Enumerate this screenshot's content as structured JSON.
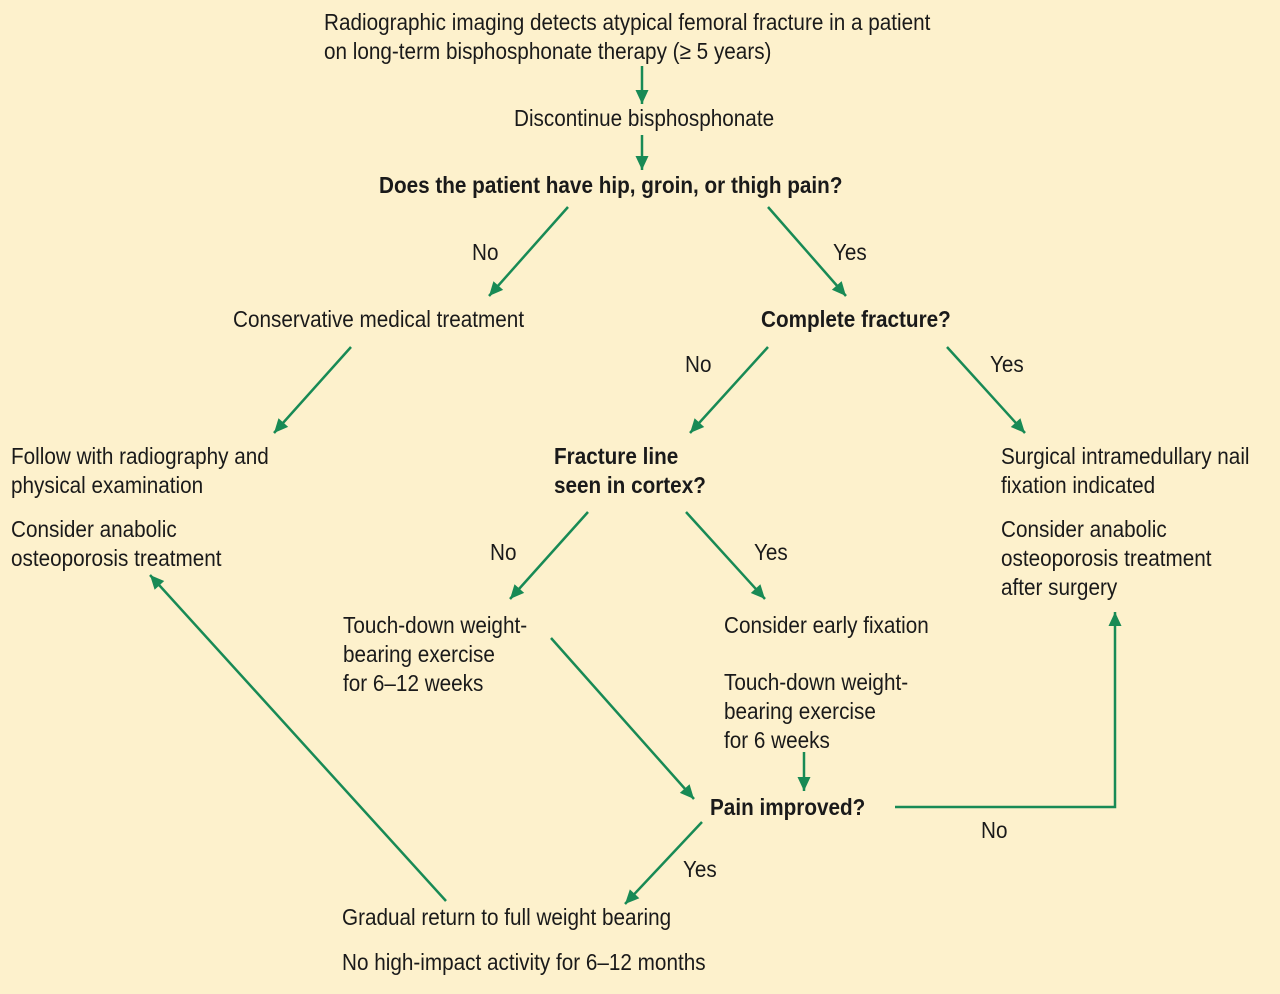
{
  "colors": {
    "background": "#fdf1cc",
    "arrow": "#188a55",
    "text": "#1a1a1a"
  },
  "nodes": {
    "start": [
      "Radiographic imaging detects atypical femoral fracture in a patient",
      "on long-term bisphosphonate therapy (≥ 5 years)"
    ],
    "discontinue": [
      "Discontinue bisphosphonate"
    ],
    "pain_question": [
      "Does the patient have hip, groin, or thigh pain?"
    ],
    "conservative": [
      "Conservative medical treatment"
    ],
    "complete_question": [
      "Complete fracture?"
    ],
    "follow": [
      "Follow with radiography and",
      "physical examination"
    ],
    "anabolic_left": [
      "Consider anabolic",
      "osteoporosis treatment"
    ],
    "fracture_line_question": [
      "Fracture line",
      "seen in cortex?"
    ],
    "surgical": [
      "Surgical intramedullary nail",
      "fixation indicated"
    ],
    "anabolic_right": [
      "Consider anabolic",
      "osteoporosis treatment",
      "after surgery"
    ],
    "touchdown_12": [
      "Touch-down weight-",
      "bearing exercise",
      "for 6–12 weeks"
    ],
    "early_fixation": [
      "Consider early fixation"
    ],
    "touchdown_6": [
      "Touch-down weight-",
      " bearing exercise",
      " for 6 weeks"
    ],
    "pain_improved_question": [
      "Pain improved?"
    ],
    "gradual_return": [
      "Gradual return to full weight bearing"
    ],
    "no_high_impact": [
      "No high-impact activity for 6–12 months"
    ]
  },
  "edge_labels": {
    "pain_no": "No",
    "pain_yes": "Yes",
    "complete_no": "No",
    "complete_yes": "Yes",
    "line_no": "No",
    "line_yes": "Yes",
    "improved_no": "No",
    "improved_yes": "Yes"
  }
}
